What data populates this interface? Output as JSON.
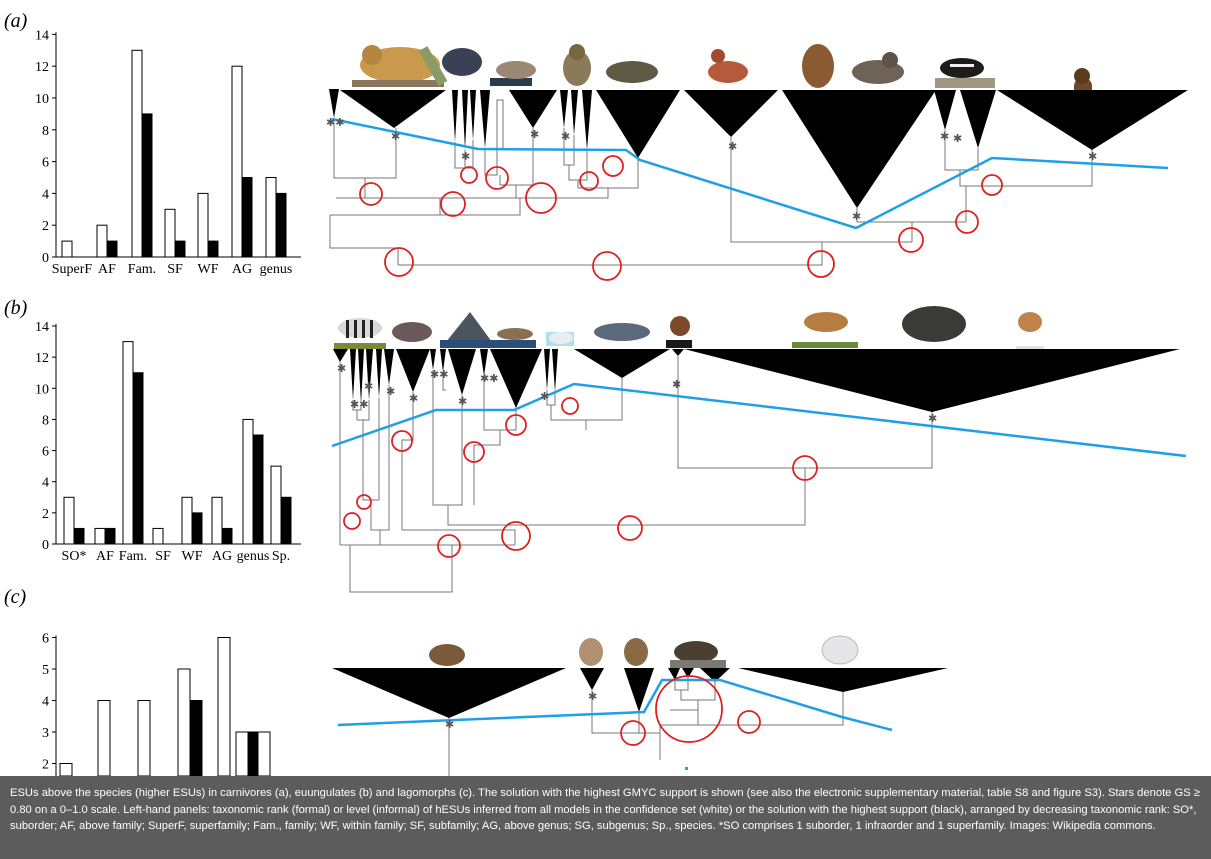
{
  "panels": [
    {
      "label": "(a)"
    },
    {
      "label": "(b)"
    },
    {
      "label": "(c)"
    }
  ],
  "chart_data": [
    {
      "type": "bar",
      "panel": "(a)",
      "categories": [
        "SuperF",
        "AF",
        "Fam.",
        "SF",
        "WF",
        "AG",
        "genus"
      ],
      "ylim": [
        0,
        14
      ],
      "yticks": [
        0,
        2,
        4,
        6,
        8,
        10,
        12,
        14
      ],
      "series": [
        {
          "color": "#ffffff",
          "values": [
            1,
            2,
            13,
            3,
            4,
            12,
            5
          ]
        },
        {
          "color": "#000000",
          "values": [
            0,
            1,
            9,
            1,
            1,
            5,
            4
          ]
        }
      ]
    },
    {
      "type": "bar",
      "panel": "(b)",
      "categories": [
        "SO*",
        "AF",
        "Fam.",
        "SF",
        "WF",
        "AG",
        "genus",
        "Sp."
      ],
      "ylim": [
        0,
        14
      ],
      "yticks": [
        0,
        2,
        4,
        6,
        8,
        10,
        12,
        14
      ],
      "series": [
        {
          "color": "#ffffff",
          "values": [
            3,
            1,
            13,
            1,
            3,
            3,
            8,
            5
          ]
        },
        {
          "color": "#000000",
          "values": [
            1,
            1,
            11,
            0,
            2,
            1,
            7,
            3
          ]
        }
      ]
    },
    {
      "type": "bar",
      "panel": "(c)",
      "categories": [
        "",
        "",
        "",
        "",
        "",
        "",
        ""
      ],
      "ylim": [
        1.5,
        6
      ],
      "yticks": [
        2,
        3,
        4,
        5,
        6
      ],
      "series": [
        {
          "color": "#ffffff",
          "values": [
            2,
            4,
            4,
            5,
            6,
            3,
            3
          ]
        },
        {
          "color": "#000000",
          "values": [
            null,
            null,
            null,
            4,
            null,
            3,
            null
          ]
        }
      ]
    }
  ],
  "trees": {
    "a": {
      "images": [
        "jaguar",
        "binturong",
        "genet",
        "hyena",
        "mongoose",
        "fox",
        "bear",
        "sea-lion",
        "skunk",
        "weasel"
      ]
    },
    "b": {
      "images": [
        "zebra",
        "tapir",
        "whale",
        "porpoise",
        "beluga",
        "dolphin",
        "duiker",
        "deer",
        "buffalo",
        "gazelle"
      ]
    },
    "c": {
      "images": [
        "pika",
        "hare",
        "rabbit",
        "cottontail",
        "white-hare"
      ]
    }
  },
  "caption": {
    "text": "ESUs above the species (higher ESUs) in carnivores (a), euungulates (b) and lagomorphs (c). The solution with the highest GMYC support is shown (see also the electronic supplementary material, table S8 and figure S3). Stars denote GS ≥ 0.80 on a 0–1.0 scale. Left-hand panels: taxonomic rank (formal) or level (informal) of hESUs inferred from all models in the confidence set (white) or the solution with the highest support (black), arranged by decreasing taxonomic rank: SO*, suborder; AF, above family; SuperF, superfamily; Fam., family; WF, within family; SF, subfamily; AG, above genus; SG, subgenus; Sp., species. *SO comprises 1 suborder, 1 infraorder and 1 superfamily. Images: Wikipedia commons."
  },
  "colors": {
    "gmyc_line": "#1ea0e6",
    "circle": "#e02020",
    "caption_bg": "#5c5c5c"
  }
}
